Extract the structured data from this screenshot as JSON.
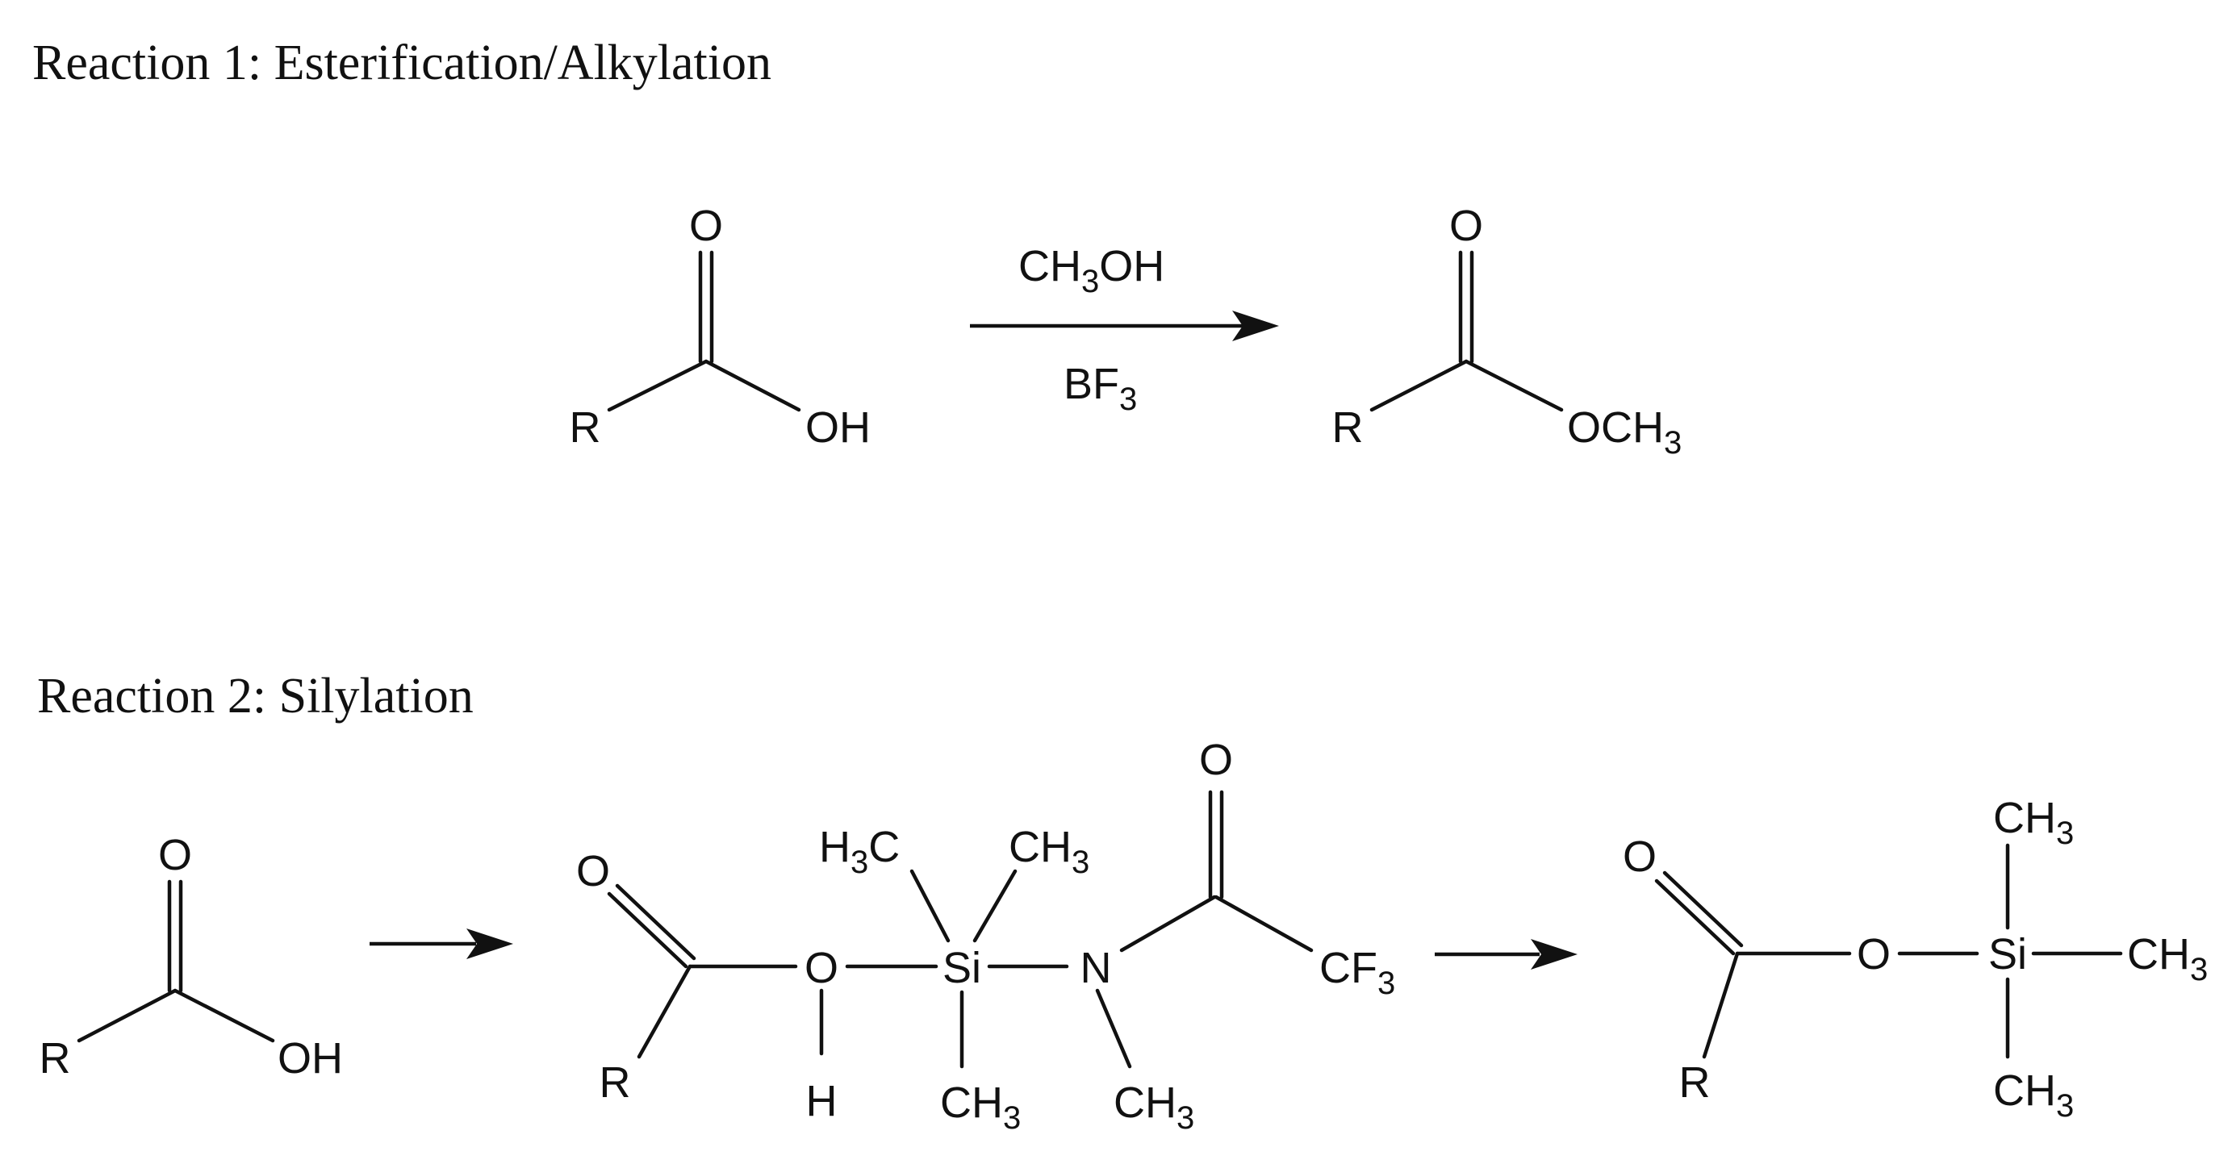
{
  "reaction1": {
    "title": "Reaction 1:  Esterification/Alkylation",
    "reactant": {
      "carbonyl_o": "O",
      "r": "R",
      "hydroxyl": "OH"
    },
    "reagent_top": {
      "base": "CH",
      "sub": "3",
      "tail": "OH"
    },
    "reagent_bottom": {
      "base": "BF",
      "sub": "3"
    },
    "product": {
      "carbonyl_o": "O",
      "r": "R",
      "ester_o": "OCH",
      "ester_sub": "3"
    }
  },
  "reaction2": {
    "title": "Reaction 2:  Silylation",
    "reactant": {
      "carbonyl_o": "O",
      "r": "R",
      "hydroxyl": "OH"
    },
    "intermediate": {
      "carbonyl_o": "O",
      "r": "R",
      "o": "O",
      "h": "H",
      "si": "Si",
      "n": "N",
      "h3c_h": "H",
      "h3c_sub": "3",
      "h3c_c": "C",
      "ch3_top": {
        "base": "CH",
        "sub": "3"
      },
      "ch3_bottom": {
        "base": "CH",
        "sub": "3"
      },
      "n_ch3": {
        "base": "CH",
        "sub": "3"
      },
      "amide_o": "O",
      "cf3": {
        "base": "CF",
        "sub": "3"
      }
    },
    "product": {
      "carbonyl_o": "O",
      "r": "R",
      "o": "O",
      "si": "Si",
      "ch3_top": {
        "base": "CH",
        "sub": "3"
      },
      "ch3_right": {
        "base": "CH",
        "sub": "3"
      },
      "ch3_bottom": {
        "base": "CH",
        "sub": "3"
      }
    }
  }
}
